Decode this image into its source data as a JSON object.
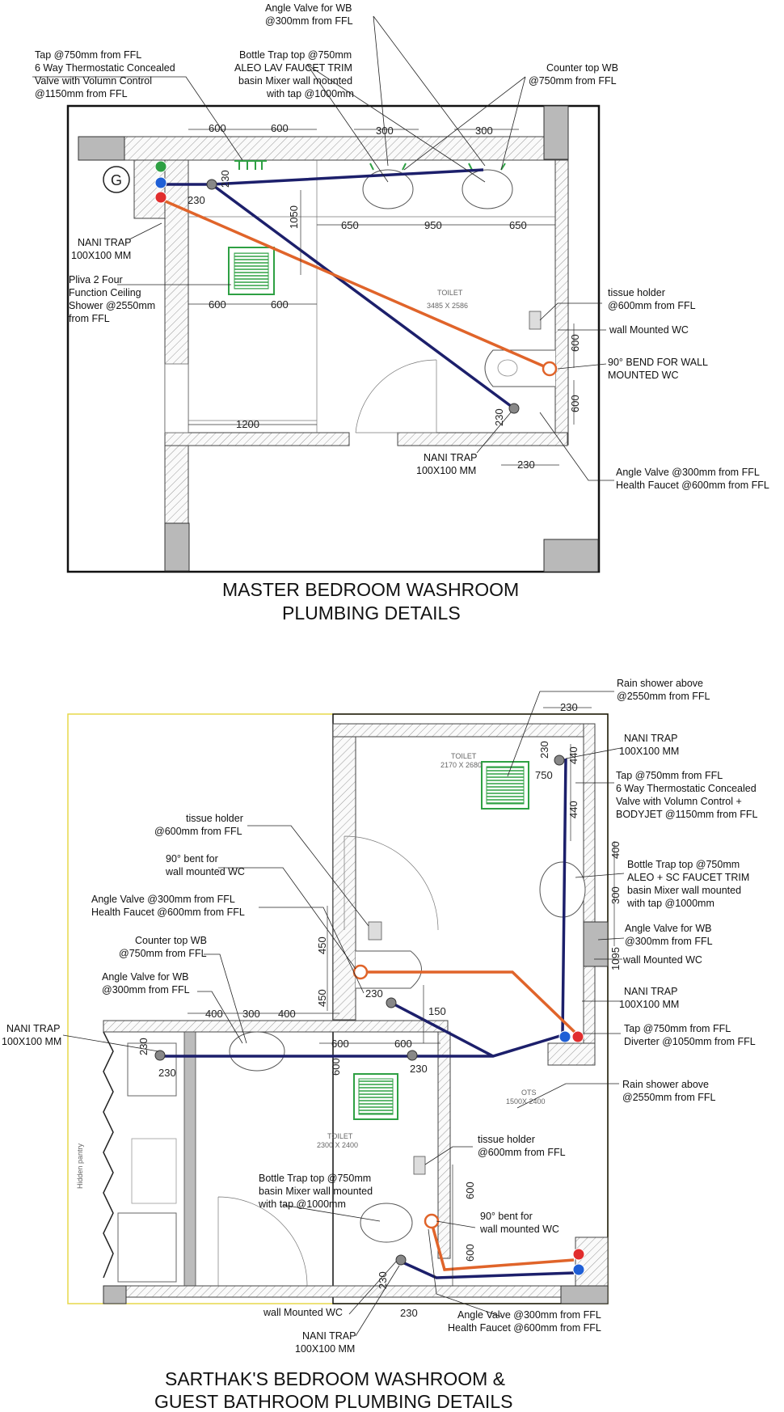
{
  "master": {
    "title_line1": "MASTER BEDROOM WASHROOM",
    "title_line2": "PLUMBING DETAILS",
    "room_name": "TOILET",
    "room_size": "3485 X 2586",
    "labels": {
      "angle_valve_wb_1": "Angle Valve for WB",
      "angle_valve_wb_2": "@300mm from FFL",
      "tap_1": "Tap @750mm from FFL",
      "tap_2": "6 Way Thermostatic Concealed",
      "tap_3": "Valve with Volumn Control",
      "tap_4": "@1150mm from FFL",
      "bottle_1": "Bottle Trap top @750mm",
      "bottle_2": "ALEO LAV FAUCET TRIM",
      "bottle_3": "basin Mixer wall mounted",
      "bottle_4": "with tap @1000mm",
      "counter_1": "Counter top WB",
      "counter_2": "@750mm from FFL",
      "nani_a_1": "NANI TRAP",
      "nani_a_2": "100X100 MM",
      "shower_1": "Pliva 2 Four",
      "shower_2": "Function Ceiling",
      "shower_3": "Shower @2550mm",
      "shower_4": "from FFL",
      "tissue_1": "tissue holder",
      "tissue_2": "@600mm from FFL",
      "wc": "wall Mounted WC",
      "bend_1": "90° BEND FOR WALL",
      "bend_2": "MOUNTED WC",
      "nani_b_1": "NANI TRAP",
      "nani_b_2": "100X100 MM",
      "angle_hf_1": "Angle Valve @300mm from FFL",
      "angle_hf_2": "Health Faucet @600mm from FFL"
    },
    "dims": {
      "d600a": "600",
      "d600b": "600",
      "d300a": "300",
      "d300b": "300",
      "d230a": "230",
      "d230b": "230",
      "d1050": "1050",
      "d650a": "650",
      "d950": "950",
      "d650b": "650",
      "d600c": "600",
      "d600d": "600",
      "d1200": "1200",
      "d600e": "600",
      "d600f": "600",
      "d230c": "230",
      "d230d": "230"
    }
  },
  "sarthak": {
    "title_line1": "SARTHAK'S  BEDROOM WASHROOM &",
    "title_line2": "GUEST BATHROOM PLUMBING DETAILS",
    "toilet1_name": "TOILET",
    "toilet1_size": "2170 X 2680",
    "toilet2_name": "TOILET",
    "toilet2_size": "2300 X 2400",
    "ots_name": "OTS",
    "ots_size": "1500X 2400",
    "pantry": "Hidden pantry",
    "labels": {
      "rain1_1": "Rain shower above",
      "rain1_2": "@2550mm from FFL",
      "nani1_1": "NANI TRAP",
      "nani1_2": "100X100 MM",
      "tap_1": "Tap @750mm from FFL",
      "tap_2": "6 Way Thermostatic Concealed",
      "tap_3": "Valve with Volumn Control +",
      "tap_4": "BODYJET @1150mm from FFL",
      "bottle_1": "Bottle Trap top @750mm",
      "bottle_2": "ALEO + SC FAUCET TRIM",
      "bottle_3": "basin Mixer wall mounted",
      "bottle_4": "with tap @1000mm",
      "avwb_r_1": "Angle Valve for WB",
      "avwb_r_2": "@300mm from FFL",
      "wc_r": "wall Mounted WC",
      "nani2_1": "NANI TRAP",
      "nani2_2": "100X100 MM",
      "div_1": "Tap @750mm from FFL",
      "div_2": "Diverter @1050mm from FFL",
      "rain2_1": "Rain shower above",
      "rain2_2": "@2550mm from FFL",
      "tissue_l_1": "tissue holder",
      "tissue_l_2": "@600mm from FFL",
      "bent_l_1": "90° bent for",
      "bent_l_2": "wall mounted WC",
      "avhf_l_1": "Angle Valve @300mm from FFL",
      "avhf_l_2": "Health Faucet @600mm from FFL",
      "counter_1": "Counter top WB",
      "counter_2": "@750mm from FFL",
      "avwb_l_1": "Angle Valve for WB",
      "avwb_l_2": "@300mm from FFL",
      "nani3_1": "NANI TRAP",
      "nani3_2": "100X100 MM",
      "tissue_b_1": "tissue holder",
      "tissue_b_2": "@600mm from FFL",
      "bottle2_1": "Bottle Trap top @750mm",
      "bottle2_2": "basin Mixer wall mounted",
      "bottle2_3": "with tap @1000mm",
      "bent_b_1": "90° bent for",
      "bent_b_2": "wall mounted WC",
      "wc_b": "wall Mounted WC",
      "nani4_1": "NANI TRAP",
      "nani4_2": "100X100 MM",
      "avhf_b_1": "Angle Valve @300mm from FFL",
      "avhf_b_2": "Health Faucet @600mm from FFL"
    },
    "dims": {
      "d230top": "230",
      "d230v1": "230",
      "d440a": "440",
      "d750": "750",
      "d440b": "440",
      "d400r": "400",
      "d300r": "300",
      "d1095": "1095",
      "d450a": "450",
      "d450b": "450",
      "d230m": "230",
      "d150": "150",
      "d400a": "400",
      "d300c": "300",
      "d400b": "400",
      "d600a": "600",
      "d600b": "600",
      "d230n": "230",
      "d230o": "230",
      "d230p": "230",
      "d600v": "600",
      "d600r1": "600",
      "d600r2": "600",
      "d230q": "230",
      "d230s": "230"
    }
  }
}
